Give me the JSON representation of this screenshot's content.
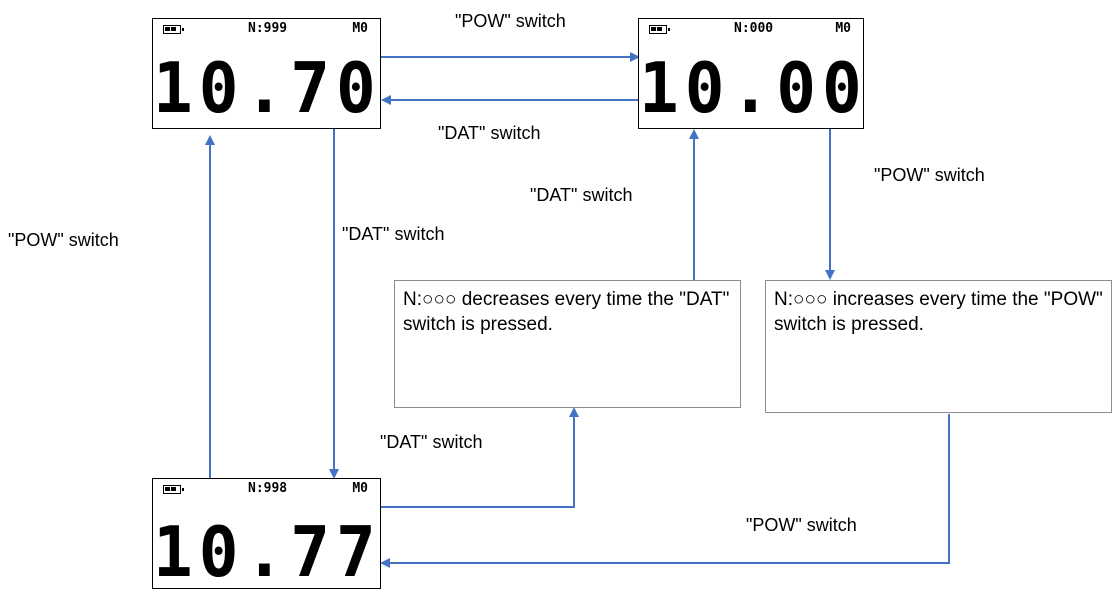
{
  "displays": {
    "top_left": {
      "count": "N:999",
      "mode": "M0",
      "reading": "10.70"
    },
    "top_right": {
      "count": "N:000",
      "mode": "M0",
      "reading": "10.00"
    },
    "bottom": {
      "count": "N:998",
      "mode": "M0",
      "reading": "10.77"
    }
  },
  "edges": {
    "pow_top": "\"POW\" switch",
    "dat_top": "\"DAT\" switch",
    "pow_left": "\"POW\" switch",
    "dat_left_down": "\"DAT\" switch",
    "dat_up_right": "\"DAT\" switch",
    "pow_right_down": "\"POW\" switch",
    "dat_bottom": "\"DAT\" switch",
    "pow_bottom": "\"POW\" switch"
  },
  "notes": {
    "decrease": "N:○○○ decreases every time the \"DAT\" switch is pressed.",
    "increase": "N:○○○ increases every time the \"POW\" switch is pressed."
  },
  "colors": {
    "arrow": "#4472c4"
  }
}
